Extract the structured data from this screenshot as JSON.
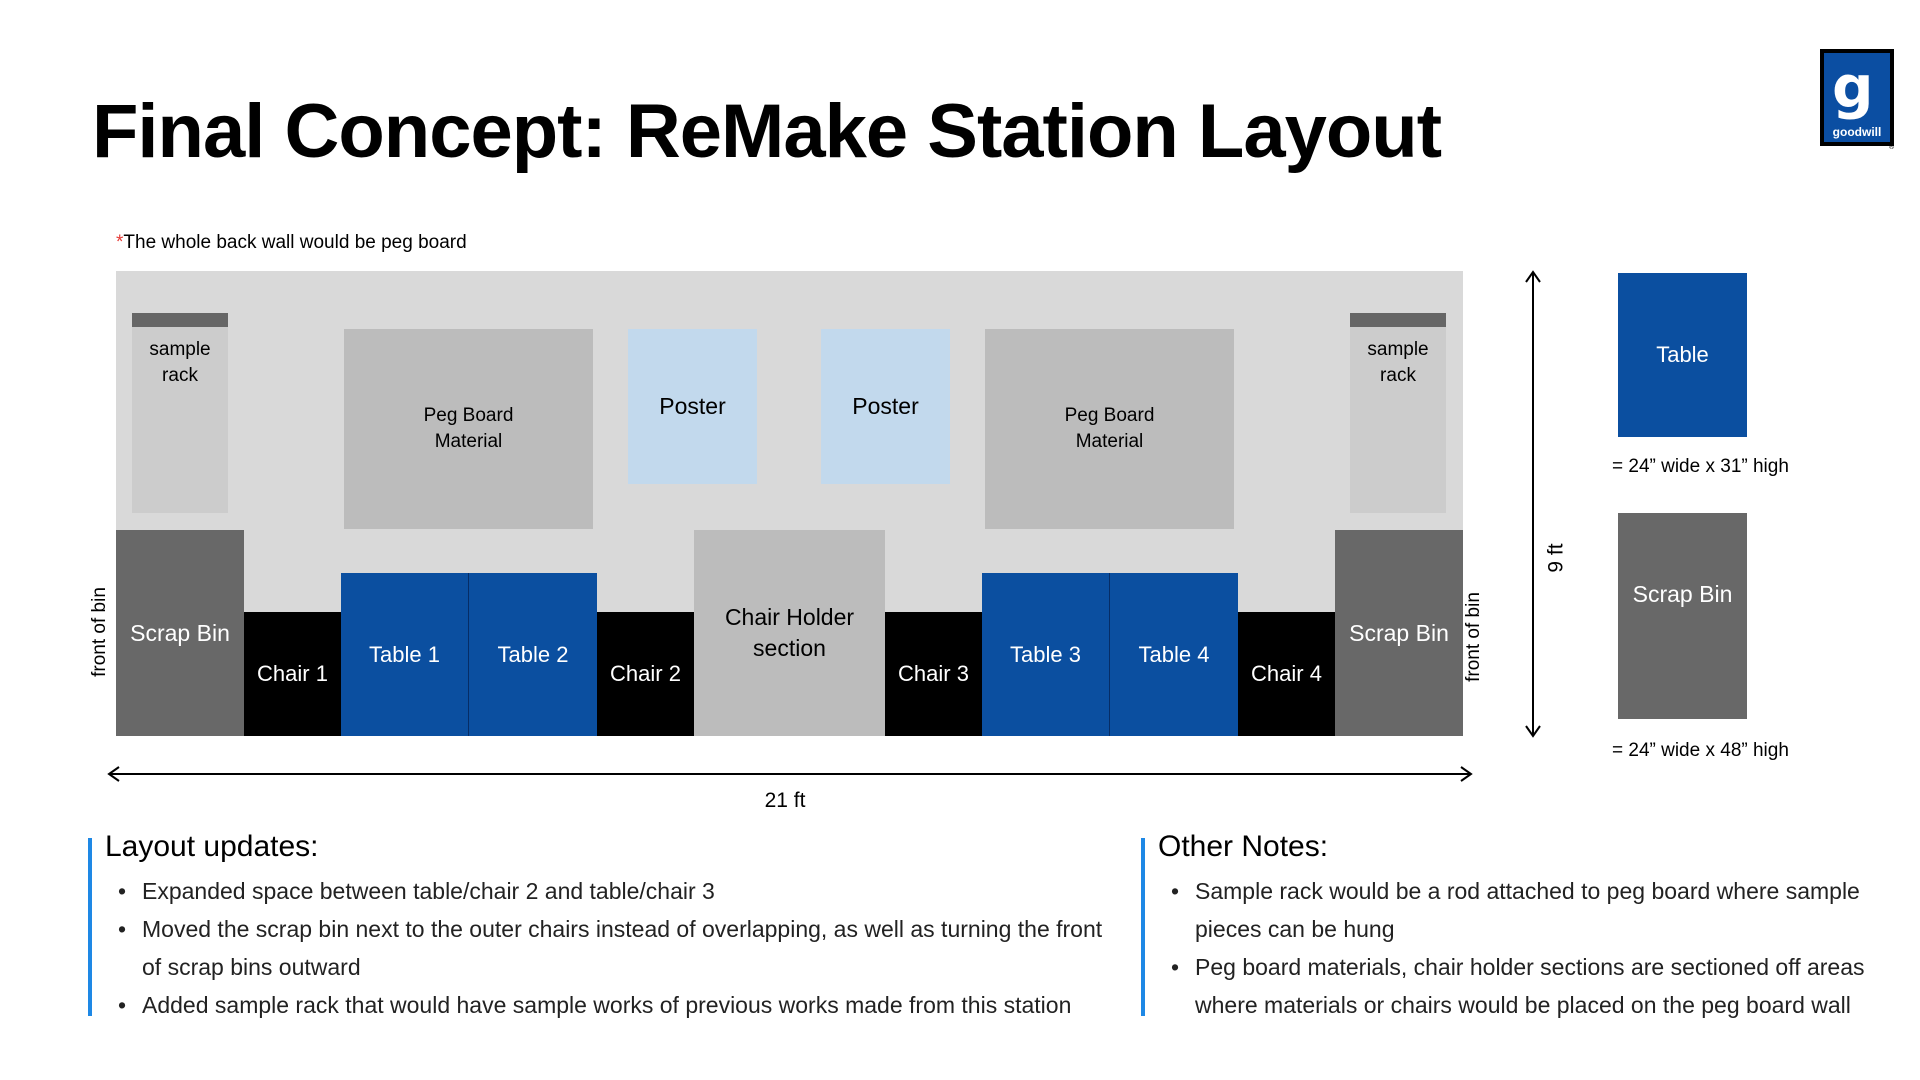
{
  "title": "Final Concept: ReMake Station Layout",
  "logo": {
    "text": "goodwill",
    "icon": "goodwill-g-logo-icon"
  },
  "wall_note": {
    "asterisk": "*",
    "text": "The whole back wall would be peg board"
  },
  "layout": {
    "sample_rack_left": "sample\nrack",
    "sample_rack_right": "sample\nrack",
    "peg_board_left": "Peg Board\nMaterial",
    "peg_board_right": "Peg Board\nMaterial",
    "poster_left": "Poster",
    "poster_right": "Poster",
    "scrap_bin_left": "Scrap Bin",
    "scrap_bin_right": "Scrap Bin",
    "front_of_bin_left": "front of bin",
    "front_of_bin_right": "front of bin",
    "chair_1": "Chair 1",
    "table_1": "Table 1",
    "table_2": "Table 2",
    "chair_2": "Chair 2",
    "chair_holder": "Chair Holder\nsection",
    "chair_3": "Chair 3",
    "table_3": "Table 3",
    "table_4": "Table 4",
    "chair_4": "Chair 4",
    "width_label": "21 ft",
    "height_label": "9 ft"
  },
  "legend": {
    "table_label": "Table",
    "table_size": "= 24” wide x 31” high",
    "scrap_label": "Scrap Bin",
    "scrap_size": "= 24” wide x 48” high"
  },
  "colors": {
    "table_blue": "#0b4fa0",
    "scrap_gray": "#686868",
    "poster_blue": "#c2d9ed",
    "accent_bar": "#1e88e5",
    "asterisk_red": "#e53935"
  },
  "layout_updates": {
    "heading": "Layout updates:",
    "items": [
      "Expanded space between table/chair 2 and table/chair 3",
      "Moved the scrap bin next to the outer chairs instead of overlapping, as well as turning the front of scrap bins outward",
      "Added sample rack that would have sample works of previous works made from this station"
    ]
  },
  "other_notes": {
    "heading": "Other Notes:",
    "items": [
      "Sample rack would be a rod attached to peg board where sample pieces can be hung",
      "Peg board materials, chair holder sections are sectioned off areas where materials or chairs would be placed on the peg board wall"
    ]
  }
}
